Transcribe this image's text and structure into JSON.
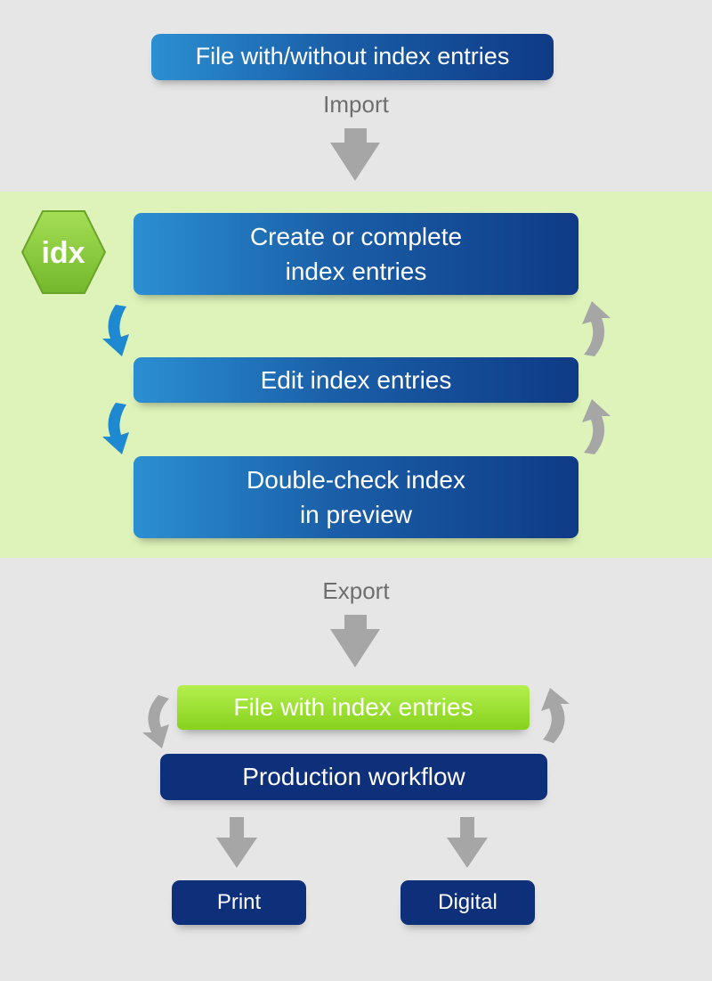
{
  "logo": {
    "text": "idx",
    "color": "#8ccc3b"
  },
  "source_file": "File with/without index entries",
  "import_label": "Import",
  "steps": {
    "create": [
      "Create or complete",
      "index entries"
    ],
    "edit": "Edit index entries",
    "check": [
      "Double-check index",
      "in preview"
    ]
  },
  "export_label": "Export",
  "result_file": "File with index entries",
  "production": "Production workflow",
  "outputs": {
    "print": "Print",
    "digital": "Digital"
  },
  "colors": {
    "gray_band": "#e6e6e6",
    "green_band": "#ddf3b9",
    "blue_box": "#1a5fa8",
    "dark_box": "#0e2f7a",
    "green_box": "#8ed323",
    "gray_arrow": "#a6a6a6",
    "blue_arrow": "#1e88d0"
  },
  "icons": [
    "down-arrow-icon",
    "curved-down-arrow-icon",
    "curved-up-arrow-icon",
    "idx-logo"
  ]
}
